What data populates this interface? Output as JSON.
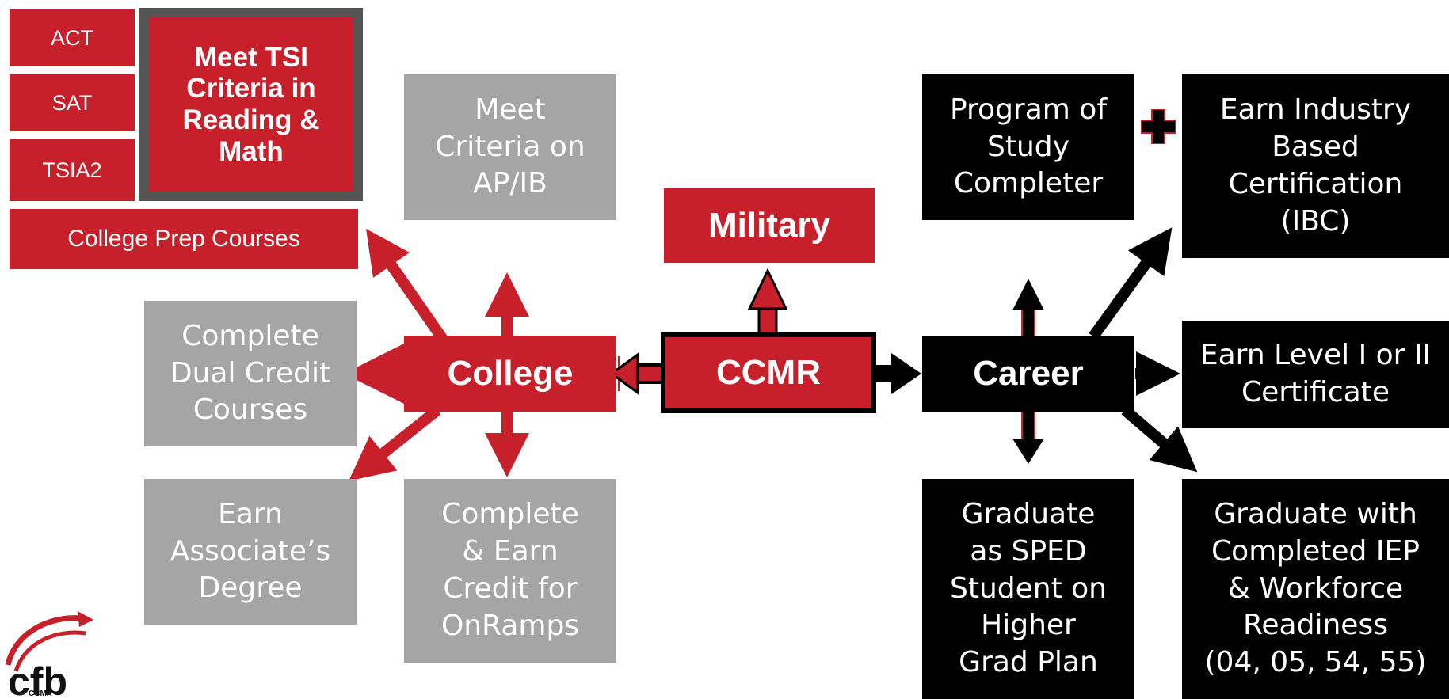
{
  "tsi": {
    "act": "ACT",
    "sat": "SAT",
    "tsia2": "TSIA2",
    "meet_tsi": "Meet TSI\nCriteria in\nReading &\nMath",
    "college_prep": "College Prep Courses"
  },
  "college": {
    "label": "College",
    "ap_ib": "Meet\nCriteria on\nAP/IB",
    "dual_credit": "Complete\nDual Credit\nCourses",
    "associates": "Earn\nAssociate’s\nDegree",
    "onramps": "Complete\n& Earn\nCredit for\nOnRamps"
  },
  "center": {
    "ccmr": "CCMR",
    "military": "Military"
  },
  "career": {
    "label": "Career",
    "program_of_study": "Program of\nStudy\nCompleter",
    "plus_icon": "plus-icon",
    "ibc": "Earn Industry\nBased\nCertification\n(IBC)",
    "level_cert": "Earn Level I or II\nCertificate",
    "sped": "Graduate\nas SPED\nStudent on\nHigher\nGrad Plan",
    "iep": "Graduate with\nCompleted IEP\n& Workforce\nReadiness\n(04, 05, 54, 55)"
  },
  "logo": {
    "text": "cfb",
    "subtext": "CCMR"
  },
  "colors": {
    "red": "#c8202b",
    "gray": "#a5a5a5",
    "black": "#000000",
    "dark_border": "#555555"
  }
}
